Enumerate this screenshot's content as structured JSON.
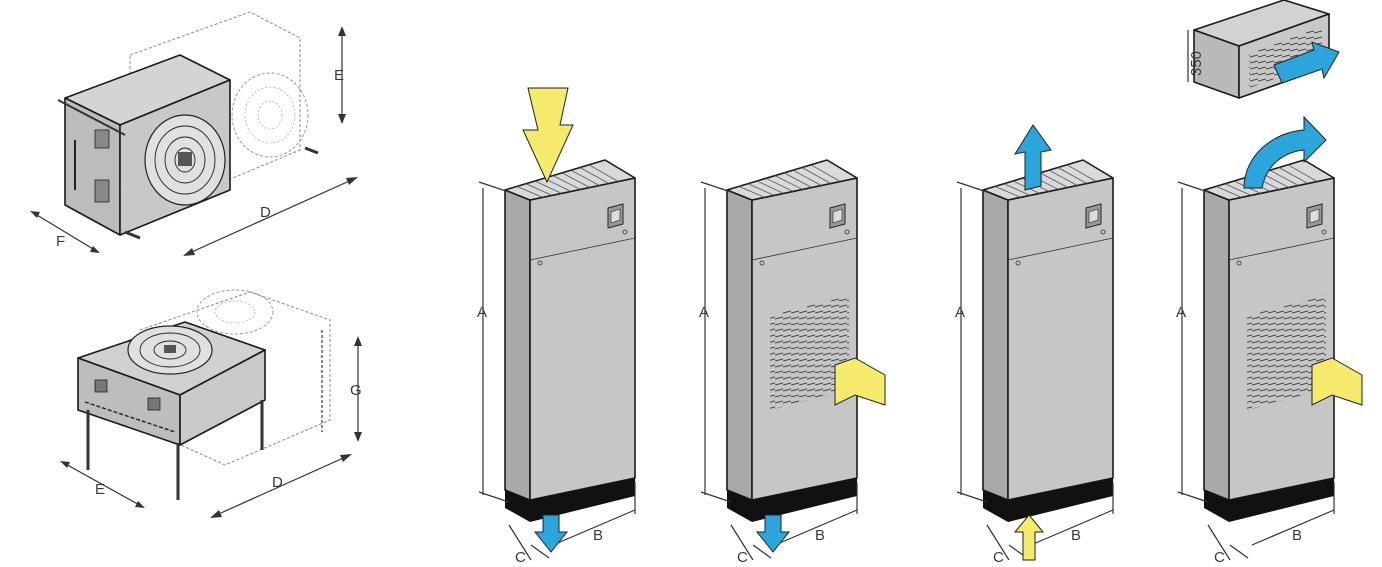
{
  "colors": {
    "cabinet_front": "#c6c6c6",
    "cabinet_side": "#a9a9a9",
    "cabinet_top": "#d9d9d9",
    "plinth": "#111111",
    "arrow_yellow": "#f5ea6b",
    "arrow_blue": "#2aa6dc",
    "condenser_body": "#c8c8c8"
  },
  "condenser_top": {
    "labels": {
      "height": "E",
      "length": "D",
      "depth": "F"
    }
  },
  "condenser_bottom": {
    "labels": {
      "height": "G",
      "length": "D",
      "depth": "E"
    }
  },
  "cabinets": [
    {
      "id": "downflow",
      "airflow_in": "top",
      "airflow_out": "bottom",
      "labels": {
        "height": "A",
        "width": "B",
        "depth": "C"
      }
    },
    {
      "id": "downflow-front-return",
      "airflow_in": "front",
      "airflow_out": "bottom",
      "labels": {
        "height": "A",
        "width": "B",
        "depth": "C"
      }
    },
    {
      "id": "upflow",
      "airflow_in": "bottom",
      "airflow_out": "top",
      "labels": {
        "height": "A",
        "width": "B",
        "depth": "C"
      }
    },
    {
      "id": "upflow-front-return-plenum",
      "airflow_in": "front",
      "airflow_out": "plenum",
      "labels": {
        "height": "A",
        "width": "B",
        "depth": "C"
      }
    }
  ],
  "plenum": {
    "height_label": "350"
  }
}
